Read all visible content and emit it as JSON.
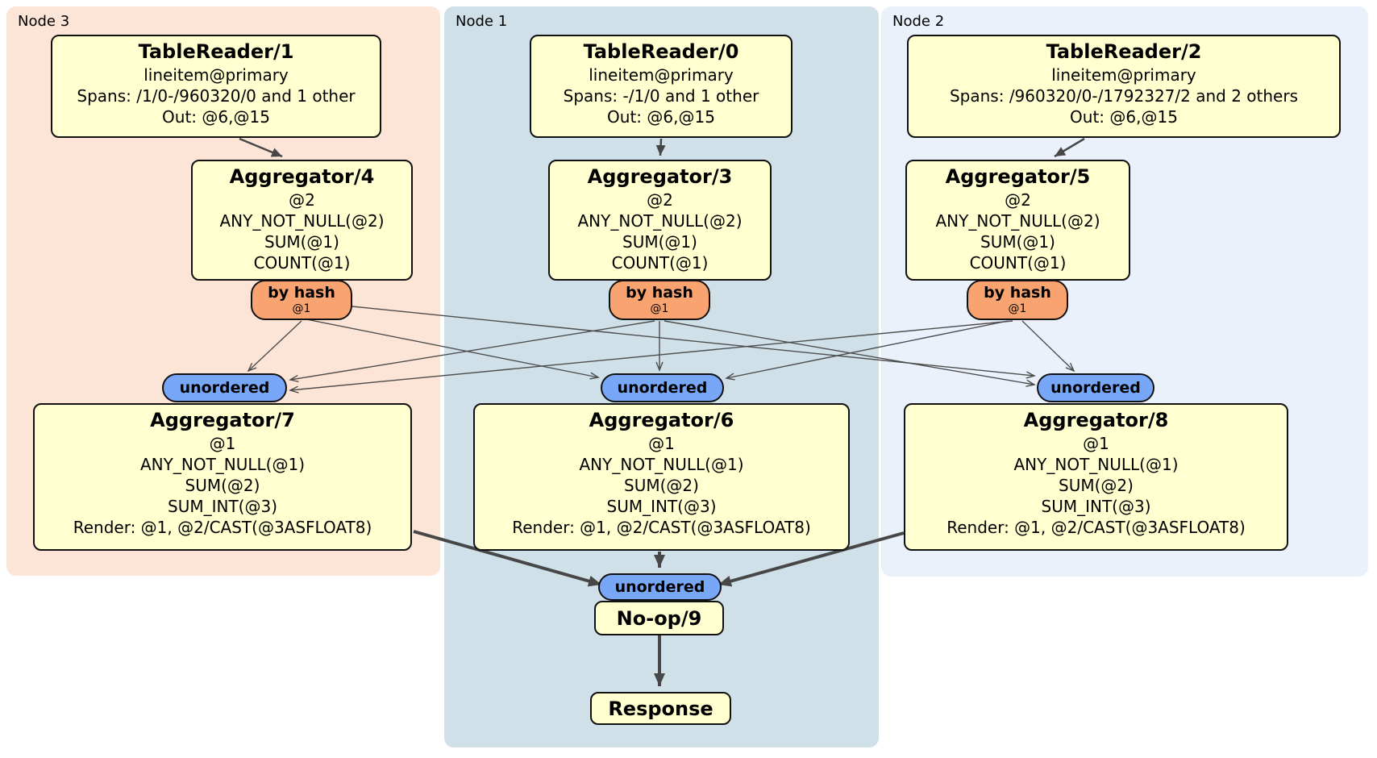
{
  "regions": [
    {
      "label": "Node 3"
    },
    {
      "label": "Node 1"
    },
    {
      "label": "Node 2"
    }
  ],
  "boxes": {
    "tr1": {
      "title": "TableReader/1",
      "lines": [
        "lineitem@primary",
        "Spans: /1/0-/960320/0 and 1 other",
        "Out: @6,@15"
      ]
    },
    "tr0": {
      "title": "TableReader/0",
      "lines": [
        "lineitem@primary",
        "Spans: -/1/0 and 1 other",
        "Out: @6,@15"
      ]
    },
    "tr2": {
      "title": "TableReader/2",
      "lines": [
        "lineitem@primary",
        "Spans: /960320/0-/1792327/2 and 2 others",
        "Out: @6,@15"
      ]
    },
    "agg4": {
      "title": "Aggregator/4",
      "lines": [
        "@2",
        "ANY_NOT_NULL(@2)",
        "SUM(@1)",
        "COUNT(@1)"
      ]
    },
    "agg3": {
      "title": "Aggregator/3",
      "lines": [
        "@2",
        "ANY_NOT_NULL(@2)",
        "SUM(@1)",
        "COUNT(@1)"
      ]
    },
    "agg5": {
      "title": "Aggregator/5",
      "lines": [
        "@2",
        "ANY_NOT_NULL(@2)",
        "SUM(@1)",
        "COUNT(@1)"
      ]
    },
    "agg7": {
      "title": "Aggregator/7",
      "lines": [
        "@1",
        "ANY_NOT_NULL(@1)",
        "SUM(@2)",
        "SUM_INT(@3)",
        "Render: @1, @2/CAST(@3ASFLOAT8)"
      ]
    },
    "agg6": {
      "title": "Aggregator/6",
      "lines": [
        "@1",
        "ANY_NOT_NULL(@1)",
        "SUM(@2)",
        "SUM_INT(@3)",
        "Render: @1, @2/CAST(@3ASFLOAT8)"
      ]
    },
    "agg8": {
      "title": "Aggregator/8",
      "lines": [
        "@1",
        "ANY_NOT_NULL(@1)",
        "SUM(@2)",
        "SUM_INT(@3)",
        "Render: @1, @2/CAST(@3ASFLOAT8)"
      ]
    },
    "noop": {
      "title": "No-op/9"
    },
    "response": {
      "title": "Response"
    }
  },
  "router": {
    "label": "by hash",
    "sub": "@1"
  },
  "sync": {
    "label": "unordered"
  },
  "colors": {
    "node3_bg": "#fce4d6",
    "node1_bg": "#cfe0e9",
    "node2_bg": "#eaf1fb",
    "box_bg": "#ffffd0",
    "router_bg": "#f9a470",
    "sync_bg": "#78a7f8",
    "edge_thin": "#4d4d4d",
    "edge_thick": "#474747"
  }
}
